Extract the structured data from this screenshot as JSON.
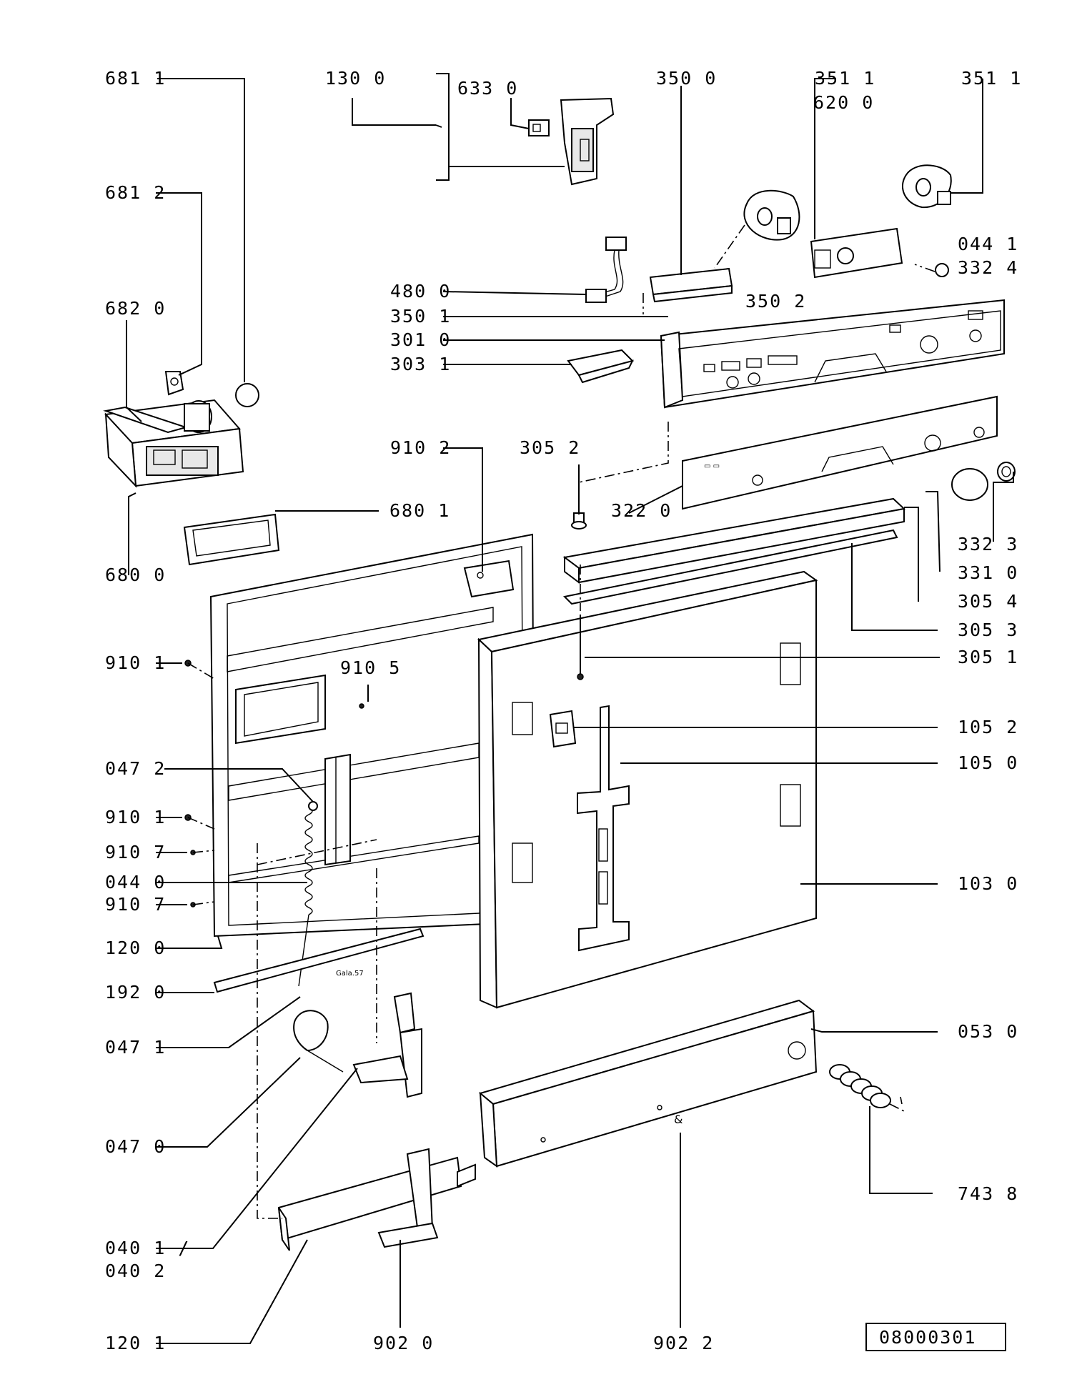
{
  "diagram_code": "08000301",
  "labels": {
    "l_681_1": "681 1",
    "l_681_2": "681 2",
    "l_682_0": "682 0",
    "l_680_0": "680 0",
    "l_680_1": "680 1",
    "l_130_0": "130 0",
    "l_633_0": "633 0",
    "l_350_0": "350 0",
    "l_351_1a": "351 1",
    "l_620_0": "620 0",
    "l_351_1b": "351 1",
    "l_044_1": "044 1",
    "l_332_4": "332 4",
    "l_480_0": "480 0",
    "l_350_1": "350 1",
    "l_350_2": "350 2",
    "l_301_0": "301 0",
    "l_303_1": "303 1",
    "l_910_2": "910 2",
    "l_305_2": "305 2",
    "l_322_0": "322 0",
    "l_332_3": "332 3",
    "l_331_0": "331 0",
    "l_305_4": "305 4",
    "l_305_3": "305 3",
    "l_305_1": "305 1",
    "l_910_1a": "910 1",
    "l_910_5": "910 5",
    "l_105_2": "105 2",
    "l_105_0": "105 0",
    "l_047_2": "047 2",
    "l_910_1b": "910 1",
    "l_910_7a": "910 7",
    "l_044_0": "044 0",
    "l_910_7b": "910 7",
    "l_103_0": "103 0",
    "l_120_0": "120 0",
    "l_192_0": "192 0",
    "l_047_1": "047 1",
    "l_053_0": "053 0",
    "l_047_0": "047 0",
    "l_743_8": "743 8",
    "l_040_1": "040 1 /",
    "l_040_2": "040 2",
    "l_120_1": "120 1",
    "l_902_0": "902 0",
    "l_902_2": "902 2"
  }
}
